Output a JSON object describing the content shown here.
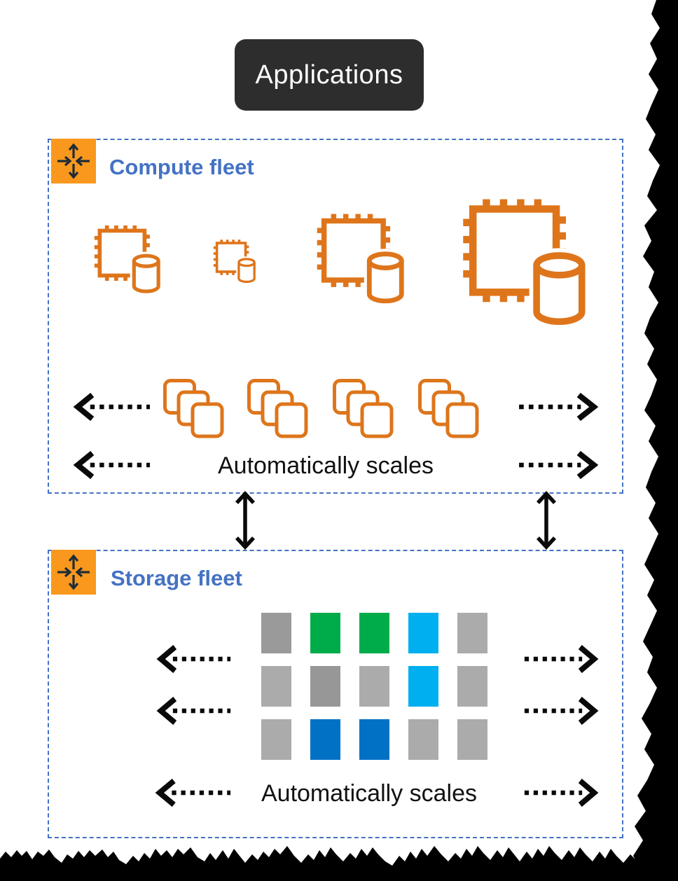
{
  "applications": {
    "label": "Applications",
    "bg_color": "#2D2D2D",
    "text_color": "#ffffff"
  },
  "compute_fleet": {
    "label": "Compute fleet",
    "scales_label": "Automatically scales",
    "auto_scaling_icon": "bidirectional-scale-arrows-icon",
    "db_instances": [
      {
        "name": "db-instance-medium",
        "relative_size": "medium"
      },
      {
        "name": "db-instance-small",
        "relative_size": "small"
      },
      {
        "name": "db-instance-large",
        "relative_size": "large"
      },
      {
        "name": "db-instance-xlarge",
        "relative_size": "extra-large"
      }
    ],
    "instance_stack_count": 4,
    "instance_stack_icon": "stacked-instances-icon"
  },
  "storage_fleet": {
    "label": "Storage fleet",
    "scales_label": "Automatically scales",
    "auto_scaling_icon": "bidirectional-scale-arrows-icon",
    "grid": {
      "rows": 3,
      "cols": 5,
      "cell_colors": [
        [
          "#9A9A9A",
          "#00AC4A",
          "#00AC4A",
          "#00AFEF",
          "#ABABAB"
        ],
        [
          "#ABABAB",
          "#979797",
          "#ABABAB",
          "#00AFEF",
          "#ABABAB"
        ],
        [
          "#ABABAB",
          "#0071C5",
          "#0071C5",
          "#ABABAB",
          "#ABABAB"
        ]
      ]
    }
  },
  "colors": {
    "accent_blue": "#4472C4",
    "accent_orange": "#DE751B",
    "icon_orange_bg": "#F9981D",
    "applications_bg": "#2D2D2D",
    "segment_gray": "#ABABAB",
    "segment_green": "#00AC4A",
    "segment_cyan": "#00AFEF",
    "segment_blue": "#0071C5",
    "arrow_black": "#0A0A0A"
  }
}
